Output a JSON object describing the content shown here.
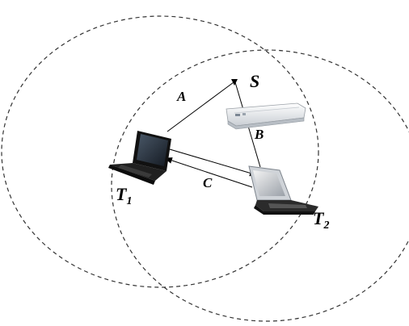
{
  "labels": {
    "source": "S",
    "link_a": "A",
    "link_b": "B",
    "link_c": "C",
    "t1_base": "T",
    "t1_sub": "1",
    "t2_base": "T",
    "t2_sub": "2"
  },
  "colors": {
    "line": "#000000",
    "range_circle": "#333333",
    "router_body": "#eef0f2",
    "laptop_dark": "#1a1a1a",
    "laptop_screen": "#2a3340"
  }
}
